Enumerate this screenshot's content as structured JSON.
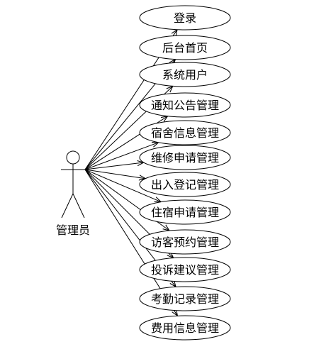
{
  "actor": {
    "label": "管理员"
  },
  "use_cases": [
    {
      "label": "登录"
    },
    {
      "label": "后台首页"
    },
    {
      "label": "系统用户"
    },
    {
      "label": "通知公告管理"
    },
    {
      "label": "宿舍信息管理"
    },
    {
      "label": "维修申请管理"
    },
    {
      "label": "出入登记管理"
    },
    {
      "label": "住宿申请管理"
    },
    {
      "label": "访客预约管理"
    },
    {
      "label": "投诉建议管理"
    },
    {
      "label": "考勤记录管理"
    },
    {
      "label": "费用信息管理"
    }
  ]
}
